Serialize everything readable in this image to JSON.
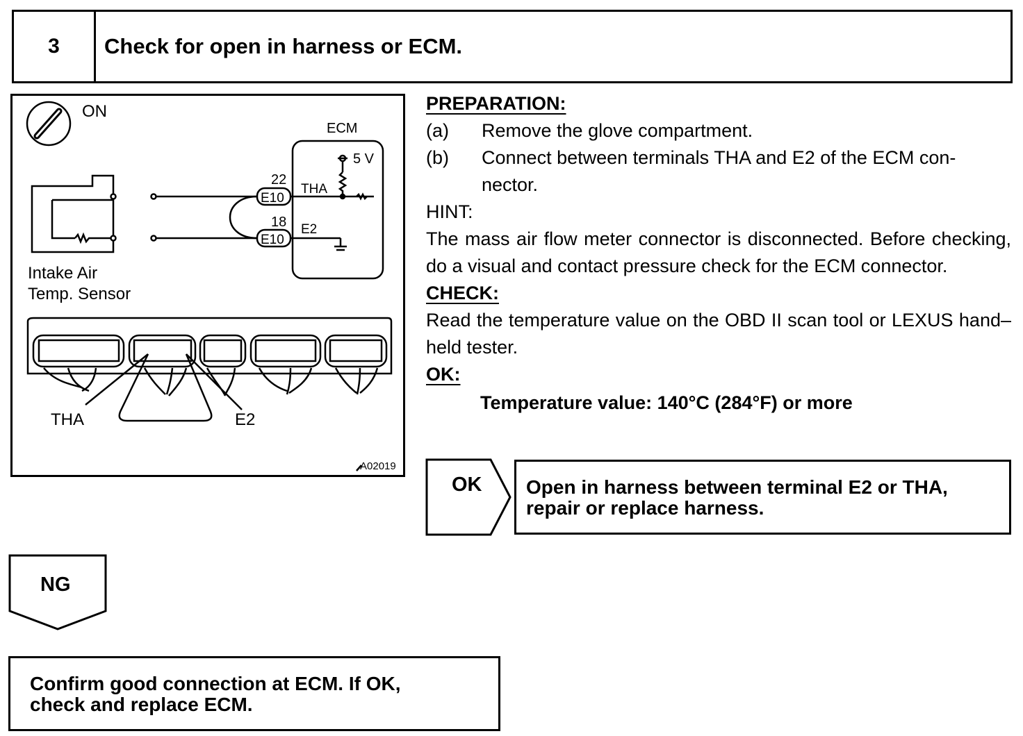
{
  "step": {
    "number": "3",
    "title": "Check for open in harness or ECM."
  },
  "diagram": {
    "ignition": "ON",
    "ecm_label": "ECM",
    "supply": "5 V",
    "pin_tha_num": "22",
    "pin_e2_num": "18",
    "connector_tha": "E10",
    "connector_e2": "E10",
    "sig_tha": "THA",
    "sig_e2": "E2",
    "sensor_label_line1": "Intake Air",
    "sensor_label_line2": "Temp. Sensor",
    "callout_tha": "THA",
    "callout_e2": "E2",
    "figure_id": "A02019"
  },
  "preparation": {
    "heading": "PREPARATION:",
    "items": [
      {
        "label": "(a)",
        "text": "Remove the glove compartment."
      },
      {
        "label": "(b)",
        "text": "Connect between terminals THA and E2 of the ECM con- nector."
      }
    ]
  },
  "hint": {
    "heading": "HINT:",
    "text": "The mass air flow meter connector is disconnected. Before checking, do a visual and contact pressure check for the ECM connector."
  },
  "check": {
    "heading": "CHECK:",
    "text": "Read the temperature value on the OBD II scan tool or LEXUS hand–held tester."
  },
  "ok_spec": {
    "heading": "OK:",
    "text": "Temperature value: 140°C (284°F) or more"
  },
  "ok_result": {
    "tag": "OK",
    "line1": "Open in harness between terminal E2 or THA,",
    "line2": "repair or replace harness."
  },
  "ng_result": {
    "tag": "NG",
    "line1": "Confirm good connection at ECM. If OK,",
    "line2": "check and replace ECM."
  }
}
